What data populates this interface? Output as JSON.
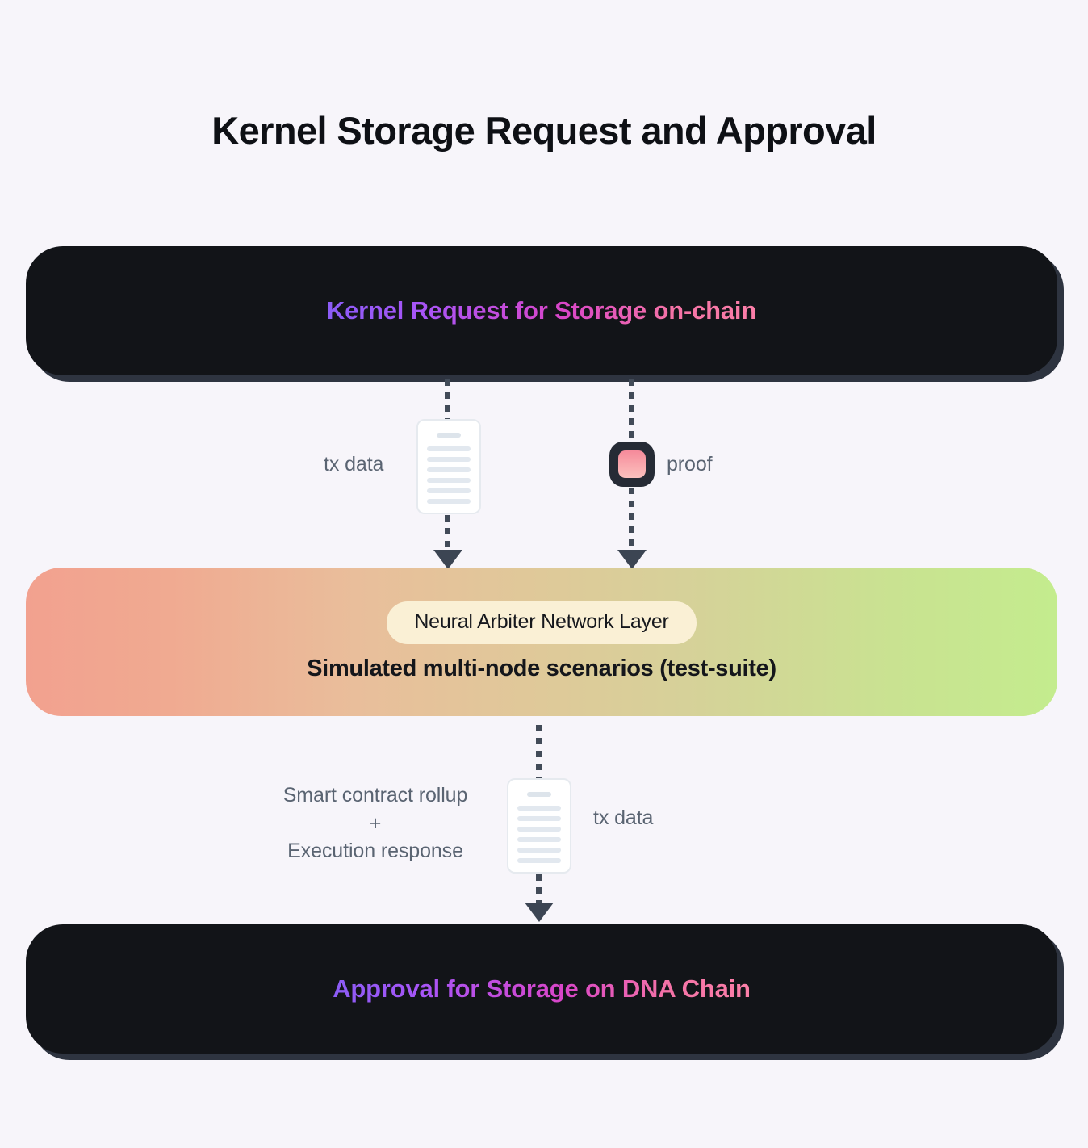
{
  "page": {
    "title": "Kernel Storage Request and Approval",
    "background_color": "#F7F5FA"
  },
  "diagram": {
    "type": "flowchart",
    "direction": "top-to-bottom",
    "nodes": [
      {
        "id": "kernel-request",
        "kind": "dark-rounded-box",
        "label": "Kernel Request for Storage on-chain",
        "text_gradient_from": "#8B5CF6",
        "text_gradient_to": "#FB7FA8",
        "fill": "#121418",
        "edge_shadow": "#2E3440"
      },
      {
        "id": "neural-arbiter",
        "kind": "gradient-band",
        "badge": "Neural Arbiter Network Layer",
        "caption": "Simulated multi-node scenarios (test-suite)",
        "badge_fill": "#FAF0D5",
        "gradient_from": "#F2A18F",
        "gradient_mid": "#DFC999",
        "gradient_to": "#C4EC8E"
      },
      {
        "id": "approval",
        "kind": "dark-rounded-box",
        "label": "Approval for Storage on DNA Chain",
        "text_gradient_from": "#8B5CF6",
        "text_gradient_to": "#FB7FA8",
        "fill": "#121418",
        "edge_shadow": "#2E3440"
      }
    ],
    "edges": [
      {
        "id": "edge-tx-data-down",
        "from": "kernel-request",
        "to": "neural-arbiter",
        "label": "tx data",
        "icon": "document-icon",
        "style": "dotted",
        "arrow": "down"
      },
      {
        "id": "edge-proof-down",
        "from": "kernel-request",
        "to": "neural-arbiter",
        "label": "proof",
        "icon": "proof-square-icon",
        "style": "dotted",
        "arrow": "down"
      },
      {
        "id": "edge-rollup-down",
        "from": "neural-arbiter",
        "to": "approval",
        "label_left_line1": "Smart contract rollup",
        "label_left_line2": "+",
        "label_left_line3": "Execution response",
        "label_right": "tx data",
        "icon": "document-icon",
        "style": "dotted",
        "arrow": "down"
      }
    ],
    "label_color": "#5A6472",
    "connector_color": "#424B58"
  }
}
